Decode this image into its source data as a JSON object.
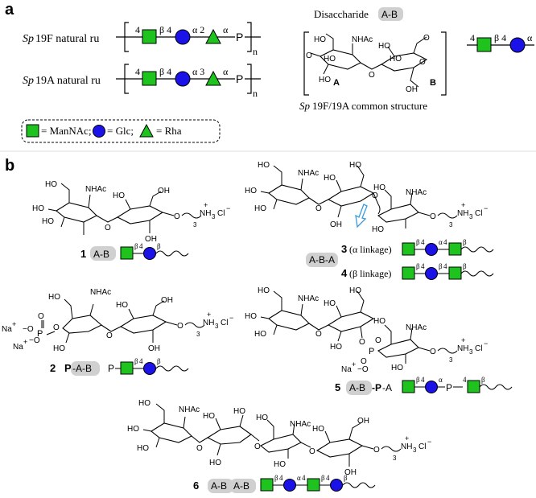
{
  "panel_a": {
    "label": "a",
    "row_19f": {
      "species": "Sp",
      "name": " 19F natural ru",
      "sub": "n",
      "link_out": "4",
      "link_b": "β 4",
      "link_a": "α 2",
      "link_a2": "α",
      "phosphate": "P"
    },
    "row_19a": {
      "species": "Sp",
      "name": " 19A natural ru",
      "sub": "n",
      "link_out": "4",
      "link_b": "β 4",
      "link_a": "α 3",
      "link_a2": "α",
      "phosphate": "P"
    },
    "legend": {
      "manac": "= ManNAc;",
      "glc": "= Glc;",
      "rha": "= Rha"
    },
    "disaccharide": {
      "title": "Disaccharide",
      "badge": "A-B",
      "nhac": "NHAc",
      "ring_a": "A",
      "ring_b": "B",
      "common_species": "Sp",
      "common_label": " 19F/19A common structure",
      "link_out": "4",
      "link_b": "β 4",
      "link_a": "α"
    }
  },
  "panel_b": {
    "label": "b",
    "cmp1": {
      "num": "1",
      "badge": "A-B",
      "nhac": "NHAc",
      "amine": "NH",
      "amine_sub": "3",
      "cl": "Cl",
      "cl_sup": "−",
      "plus": "+",
      "chain_sub": "3",
      "links": [
        "β",
        "4",
        "β"
      ]
    },
    "cmp3": {
      "num": "3",
      "desc": "(α linkage)",
      "links": [
        "β",
        "4",
        "α",
        "4",
        "β"
      ]
    },
    "cmp4": {
      "num": "4",
      "desc": "(β linkage)",
      "links": [
        "β",
        "4",
        "β",
        "4",
        "β"
      ]
    },
    "cmp34": {
      "badge": "A-B-A",
      "nhac1": "NHAc",
      "nhac2": "NHAc",
      "amine": "NH",
      "amine_sub": "3",
      "cl": "Cl",
      "cl_sup": "−",
      "plus": "+",
      "chain_sub": "3"
    },
    "cmp2": {
      "num": "2",
      "bold": "P",
      "badge": "-A-B",
      "na1": "Na",
      "na2": "Na",
      "nhac": "NHAc",
      "amine": "NH",
      "amine_sub": "3",
      "cl": "Cl",
      "cl_sup": "−",
      "plus": "+",
      "chain_sub": "3",
      "phos": "P",
      "links": [
        "β",
        "4",
        "β"
      ],
      "p_label": "P"
    },
    "cmp5": {
      "num": "5",
      "badge": "A-B",
      "bold": "-P",
      "tail": "-A",
      "na": "Na",
      "nhac1": "NHAc",
      "nhac2": "NHAc",
      "amine": "NH",
      "amine_sub": "3",
      "cl": "Cl",
      "cl_sup": "−",
      "plus": "+",
      "chain_sub": "3",
      "phos": "P",
      "links": [
        "β",
        "4",
        "α",
        "4",
        "β"
      ],
      "p_label": "P"
    },
    "cmp6": {
      "num": "6",
      "badge1": "A-B",
      "badge2": "A-B",
      "nhac1": "NHAc",
      "nhac2": "NHAc",
      "amine": "NH",
      "amine_sub": "3",
      "cl": "Cl",
      "cl_sup": "−",
      "plus": "+",
      "chain_sub": "3",
      "links": [
        "β",
        "4",
        "α",
        "4",
        "β",
        "4",
        "β"
      ]
    }
  },
  "colors": {
    "manac": "#1ec31e",
    "glc": "#1a12e6",
    "rha": "#1ec31e",
    "badge": "#d0d0d0",
    "arrow": "#3a9bdc"
  }
}
